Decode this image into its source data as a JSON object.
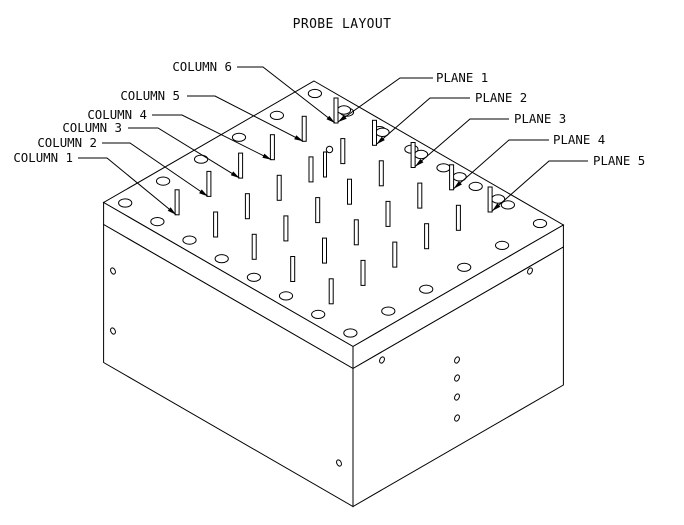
{
  "title": "PROBE LAYOUT",
  "columns": {
    "count": 6,
    "labels": [
      "COLUMN 1",
      "COLUMN 2",
      "COLUMN 3",
      "COLUMN 4",
      "COLUMN 5",
      "COLUMN 6"
    ]
  },
  "planes": {
    "count": 5,
    "labels": [
      "PLANE 1",
      "PLANE 2",
      "PLANE 3",
      "PLANE 4",
      "PLANE 5"
    ]
  },
  "probe_grid": {
    "columns": 6,
    "planes": 5,
    "total_probes": 30
  },
  "colors": {
    "line": "#000000",
    "text": "#0a0a0a",
    "background": "#ffffff"
  }
}
